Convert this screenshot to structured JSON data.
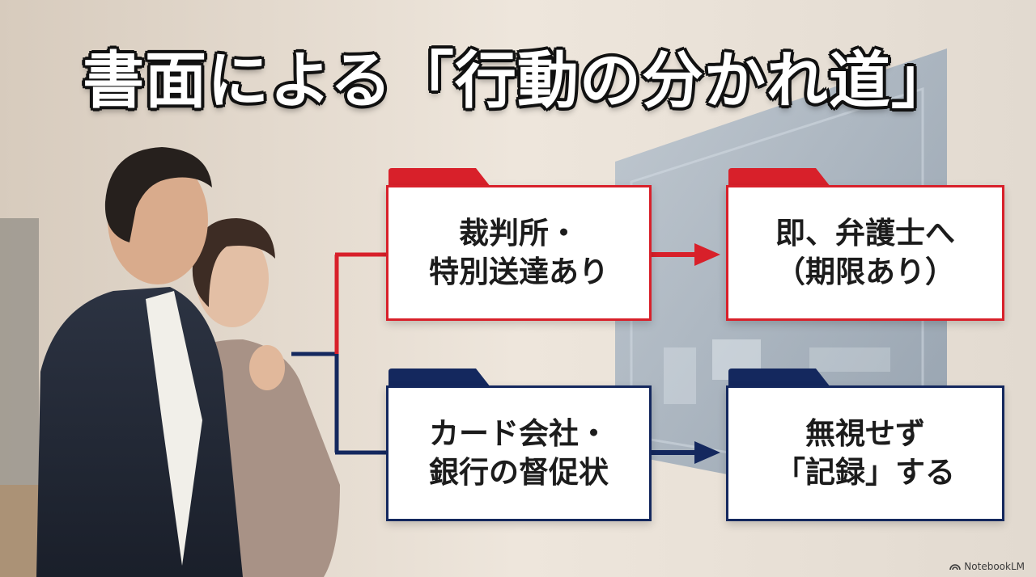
{
  "title": "書面による「行動の分かれ道」",
  "branches": {
    "top": {
      "condition_lines": [
        "裁判所・",
        "特別送達あり"
      ],
      "action_lines": [
        "即、弁護士へ",
        "（期限あり）"
      ],
      "color": "#d8202a"
    },
    "bottom": {
      "condition_lines": [
        "カード会社・",
        "銀行の督促状"
      ],
      "action_lines": [
        "無視せず",
        "「記録」する"
      ],
      "color": "#14285e"
    }
  },
  "watermark": "NotebookLM",
  "icons": {
    "watermark": "notebooklm-logo-icon",
    "arrow": "arrow-right-icon"
  }
}
